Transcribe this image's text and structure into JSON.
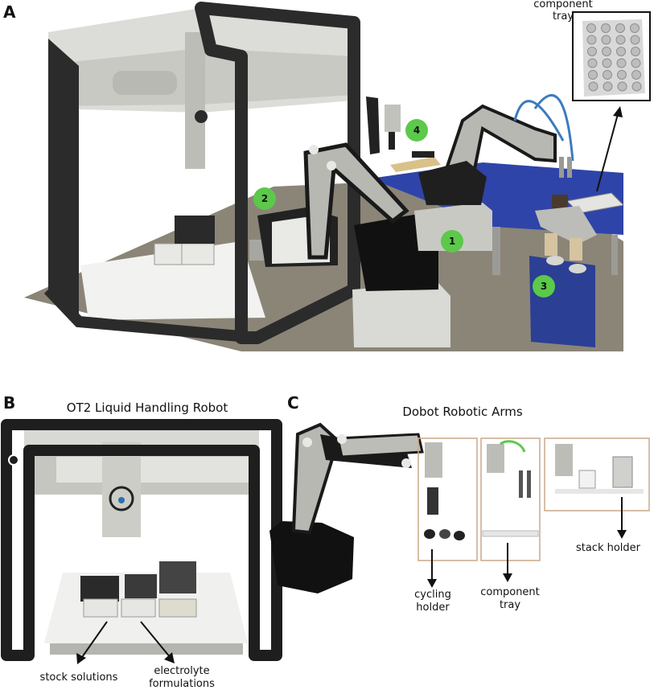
{
  "panels": {
    "a": {
      "letter": "A"
    },
    "b": {
      "letter": "B",
      "title": "OT2 Liquid Handling Robot"
    },
    "c": {
      "letter": "C",
      "title": "Dobot Robotic Arms"
    }
  },
  "labels": {
    "component_tray_top_line1": "component",
    "component_tray_top_line2": "tray",
    "stock_solutions": "stock solutions",
    "electrolyte_line1": "electrolyte",
    "electrolyte_line2": "formulations",
    "cycling_line1": "cycling",
    "cycling_line2": "holder",
    "component_tray_c_line1": "component",
    "component_tray_c_line2": "tray",
    "stack_holder": "stack holder"
  },
  "markers": [
    "1",
    "2",
    "3",
    "4"
  ],
  "colors": {
    "marker_green": "#5cc94a",
    "frame_black": "#2b2b2b",
    "floor": "#8b8578",
    "table_blue": "#2f44a8",
    "box_blue": "#2b3f95",
    "panel_border_tan": "#c9a98a"
  }
}
